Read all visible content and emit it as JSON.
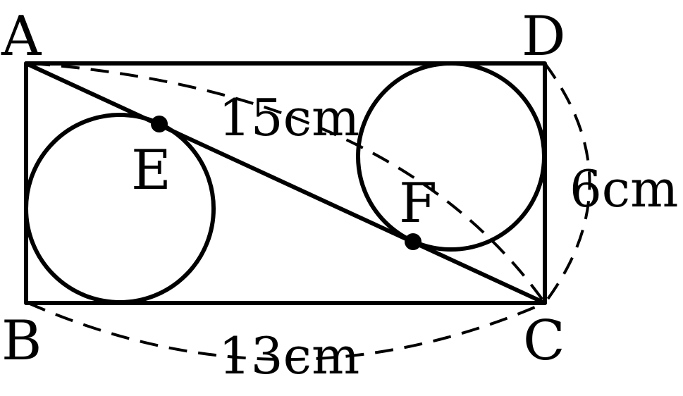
{
  "points": {
    "A": "A",
    "B": "B",
    "C": "C",
    "D": "D",
    "E": "E",
    "F": "F"
  },
  "measurements": {
    "diagonal": "15cm",
    "side_dc": "6cm",
    "side_bc": "13cm"
  }
}
